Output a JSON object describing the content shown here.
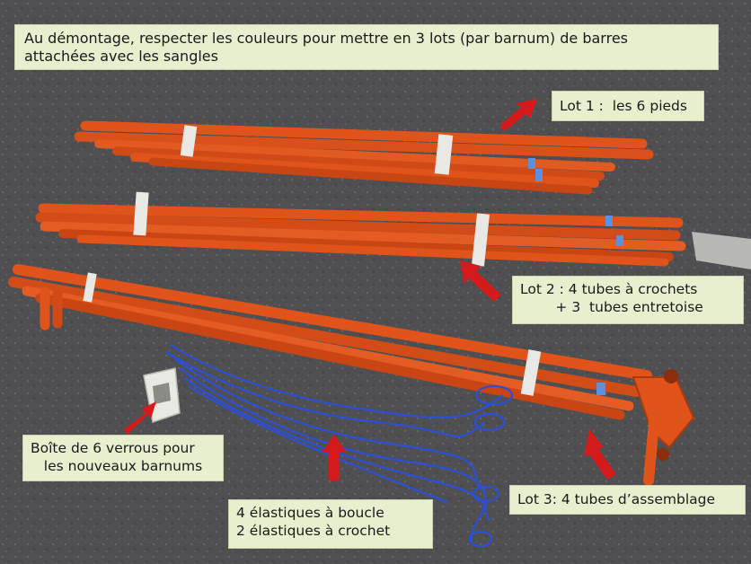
{
  "title": {
    "line1": "Au démontage, respecter les couleurs pour mettre en 3 lots (par barnum) de barres",
    "line2": "attachées avec les sangles"
  },
  "lot1": {
    "text": "Lot 1 :  les 6 pieds"
  },
  "lot2": {
    "line1": "Lot 2 : 4 tubes à crochets",
    "line2": "        + 3  tubes entretoise"
  },
  "lock_box": {
    "line1": "Boîte de 6 verrous pour",
    "line2": "   les nouveaux barnums"
  },
  "lot3": {
    "text": "Lot 3: 4 tubes d’assemblage"
  },
  "elastics": {
    "line1": "4 élastiques à boucle",
    "line2": "2 élastiques à crochet"
  },
  "colors": {
    "ground": "#4f4f52",
    "tube": "#e0541c",
    "label_bg": "#e7efcf",
    "arrow": "#d41a1a",
    "elastic": "#2b4fd6",
    "strap": "#e8e8e4",
    "tape": "#5b8fe0"
  }
}
